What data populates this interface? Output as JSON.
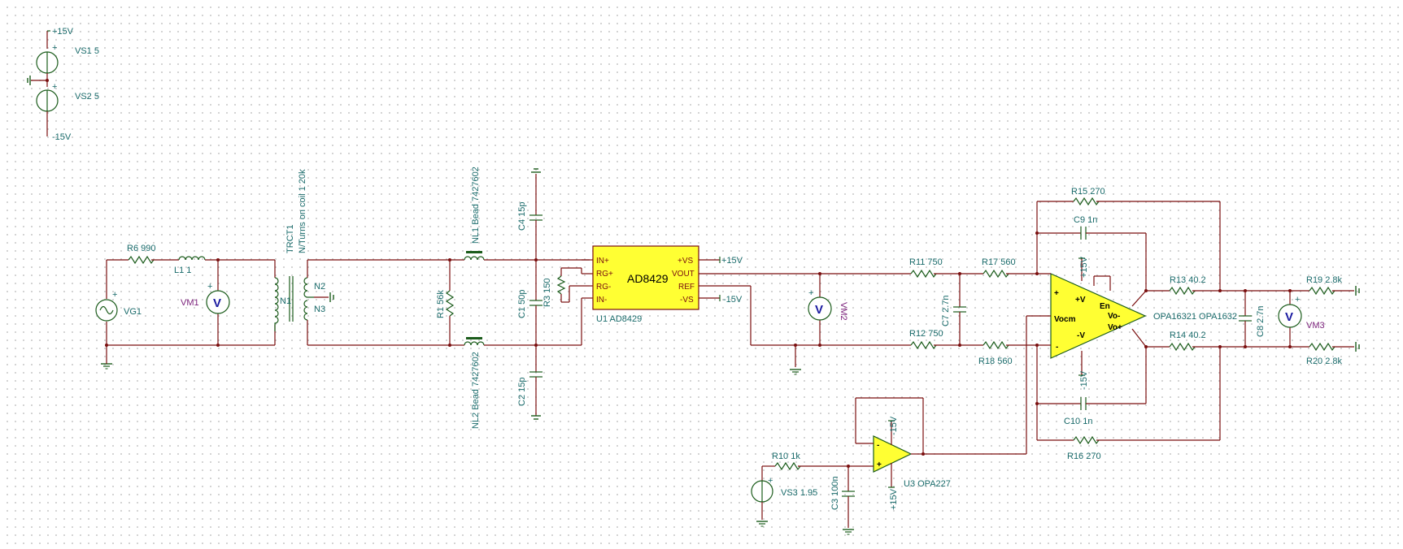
{
  "supplies": {
    "pos_rail": "+15V",
    "neg_rail": "-15V",
    "vs1": "VS1 5",
    "vs2": "VS2 5"
  },
  "labels": {
    "r6": "R6 990",
    "l1": "L1 1",
    "vg1": "VG1",
    "vm1": "VM1",
    "trct1": "TRCT1",
    "trct1_desc": "N/Turns on coil 1 20k",
    "n1": "N1",
    "n2": "N2",
    "n3": "N3",
    "nl1": "NL1 Bead 7427602",
    "nl2": "NL2 Bead 7427602",
    "r1": "R1 56k",
    "c4": "C4 15p",
    "c1": "C1 50p",
    "c2": "C2 15p",
    "r3": "R3 150",
    "u1_name": "AD8429",
    "u1_ref": "U1 AD8429",
    "vm2": "VM2",
    "r11": "R11 750",
    "r12": "R12 750",
    "r17": "R17 560",
    "r18": "R18 560",
    "c7": "C7 2.7n",
    "r15": "R15 270",
    "r16": "R16 270",
    "c9": "C9 1n",
    "c10": "C10 1n",
    "u2_ref": "OPA16321 OPA1632",
    "r13": "R13 40.2",
    "r14": "R14 40.2",
    "c8": "C8 2.7n",
    "vm3": "VM3",
    "r19": "R19 2.8k",
    "r20": "R20 2.8k",
    "r10": "R10 1k",
    "vs3": "VS3 1.95",
    "c3": "C3 100n",
    "u3_ref": "U3 OPA227"
  },
  "ic_pins": {
    "u1": [
      "IN+",
      "RG+",
      "RG-",
      "IN-",
      "+VS",
      "VOUT",
      "REF",
      "-VS"
    ],
    "u2": [
      "+",
      "-",
      "+V",
      "-V",
      "En",
      "Vocm",
      "Vo-",
      "Vo+"
    ],
    "u3": [
      "-",
      "+"
    ]
  },
  "meter_symbol": "V",
  "polarity": "+",
  "colors": {
    "wire": "#7a0f0f",
    "component": "#1b5c1b",
    "ic_fill": "#ffff33",
    "label": "#1a6b6b",
    "meter_label": "#7a1f7a"
  }
}
